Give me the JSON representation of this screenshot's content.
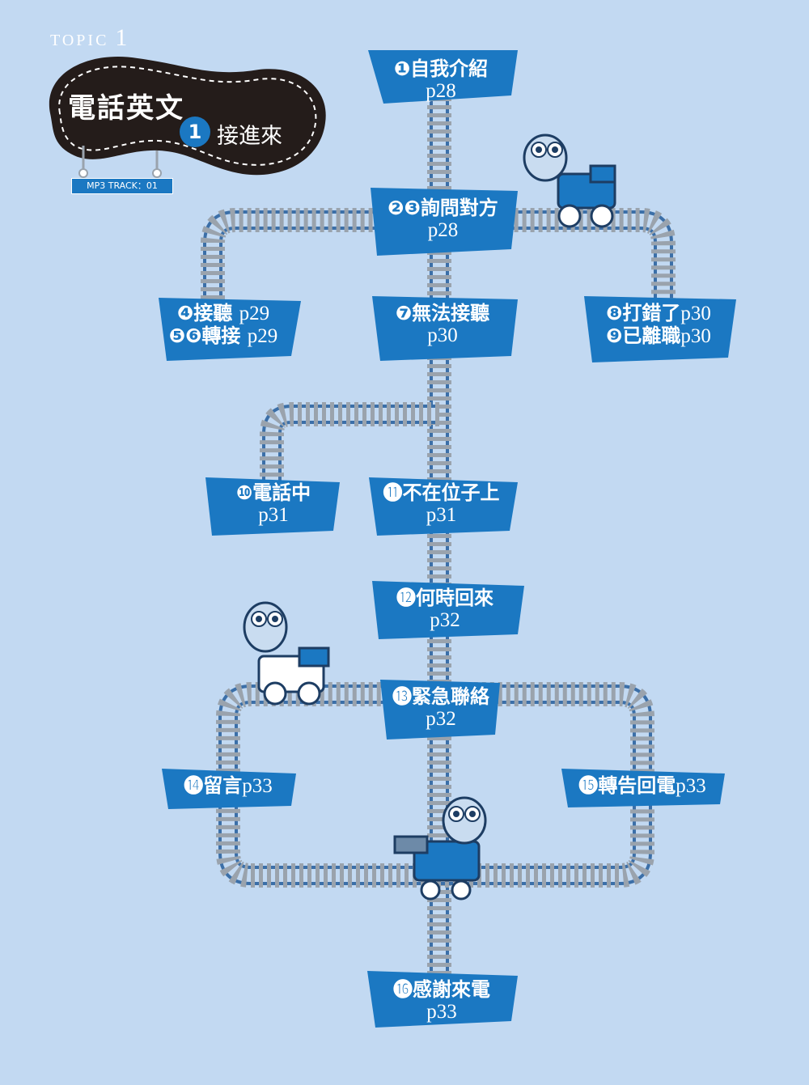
{
  "header": {
    "topic_word": "TOPIC",
    "topic_number": "1",
    "title": "電話英文",
    "subtitle_number": "1",
    "subtitle": "接進來",
    "track": "MP3 TRACK：01"
  },
  "signs": {
    "s1": {
      "label": "❶自我介紹",
      "page": "p28"
    },
    "s2": {
      "label": "❷❸詢問對方",
      "page": "p28"
    },
    "s4": {
      "label": "❹接聽",
      "page": "p29",
      "label2": "❺❻轉接",
      "page2": "p29"
    },
    "s7": {
      "label": "❼無法接聽",
      "page": "p30"
    },
    "s8": {
      "label": "❽打錯了",
      "page": "p30",
      "label2": "❾已離職",
      "page2": "p30"
    },
    "s10": {
      "label": "❿電話中",
      "page": "p31"
    },
    "s11": {
      "label": "⓫不在位子上",
      "page": "p31"
    },
    "s12": {
      "label": "⓬何時回來",
      "page": "p32"
    },
    "s13": {
      "label": "⓭緊急聯絡",
      "page": "p32"
    },
    "s14": {
      "label": "⓮留言",
      "page": "p33"
    },
    "s15": {
      "label": "⓯轉告回電",
      "page": "p33"
    },
    "s16": {
      "label": "⓰感謝來電",
      "page": "p33"
    }
  },
  "colors": {
    "background": "#c2d9f2",
    "sign_blue": "#1b78c2",
    "blob_dark": "#241c1a",
    "rail_blue": "#3b6fa8",
    "tie_gray": "#9aa3ad"
  }
}
